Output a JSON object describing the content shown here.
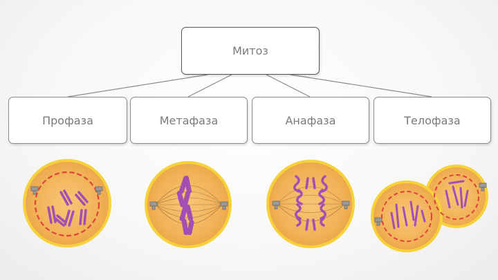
{
  "diagram": {
    "root": "Митоз",
    "phases": [
      "Профаза",
      "Метафаза",
      "Анафаза",
      "Телофаза"
    ]
  },
  "colors": {
    "cell_fill": "#f2b257",
    "cell_rim": "#f6d13a",
    "nucleus_dash": "#e0413a",
    "chromosome": "#a24fb5",
    "spindle": "#8a6a3a",
    "centriole": "#8a8a8a",
    "box_border": "#8a8a8a",
    "text": "#7a7a7a"
  }
}
